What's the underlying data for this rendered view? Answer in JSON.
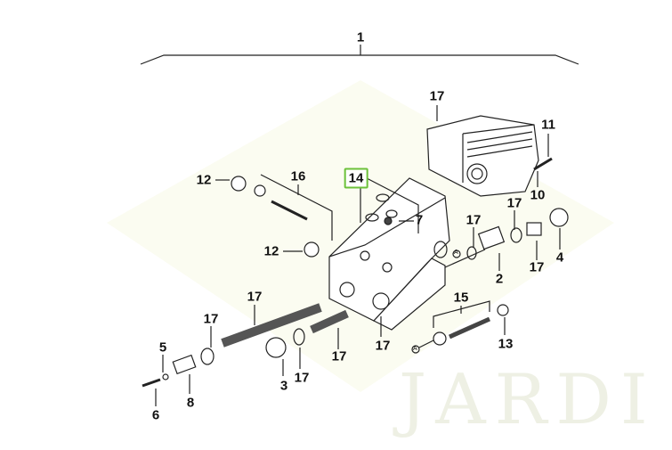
{
  "watermark": "JARDI",
  "highlight_color": "#6cc13a",
  "callouts": [
    {
      "id": "c1",
      "text": "1"
    },
    {
      "id": "c17a",
      "text": "17"
    },
    {
      "id": "c11",
      "text": "11"
    },
    {
      "id": "c12a",
      "text": "12"
    },
    {
      "id": "c16",
      "text": "16"
    },
    {
      "id": "c14",
      "text": "14",
      "highlighted": true
    },
    {
      "id": "c10",
      "text": "10"
    },
    {
      "id": "c17b",
      "text": "17"
    },
    {
      "id": "c7",
      "text": "7"
    },
    {
      "id": "c17c",
      "text": "17"
    },
    {
      "id": "c12b",
      "text": "12"
    },
    {
      "id": "c4",
      "text": "4"
    },
    {
      "id": "c17d",
      "text": "17"
    },
    {
      "id": "c2",
      "text": "2"
    },
    {
      "id": "c15",
      "text": "15"
    },
    {
      "id": "c17e",
      "text": "17"
    },
    {
      "id": "c17f",
      "text": "17"
    },
    {
      "id": "c17g",
      "text": "17"
    },
    {
      "id": "c13",
      "text": "13"
    },
    {
      "id": "c5",
      "text": "5"
    },
    {
      "id": "c17h",
      "text": "17"
    },
    {
      "id": "c8",
      "text": "8"
    },
    {
      "id": "c6",
      "text": "6"
    },
    {
      "id": "c3",
      "text": "3"
    },
    {
      "id": "c17i",
      "text": "17"
    }
  ],
  "markers": {
    "a": "A"
  }
}
